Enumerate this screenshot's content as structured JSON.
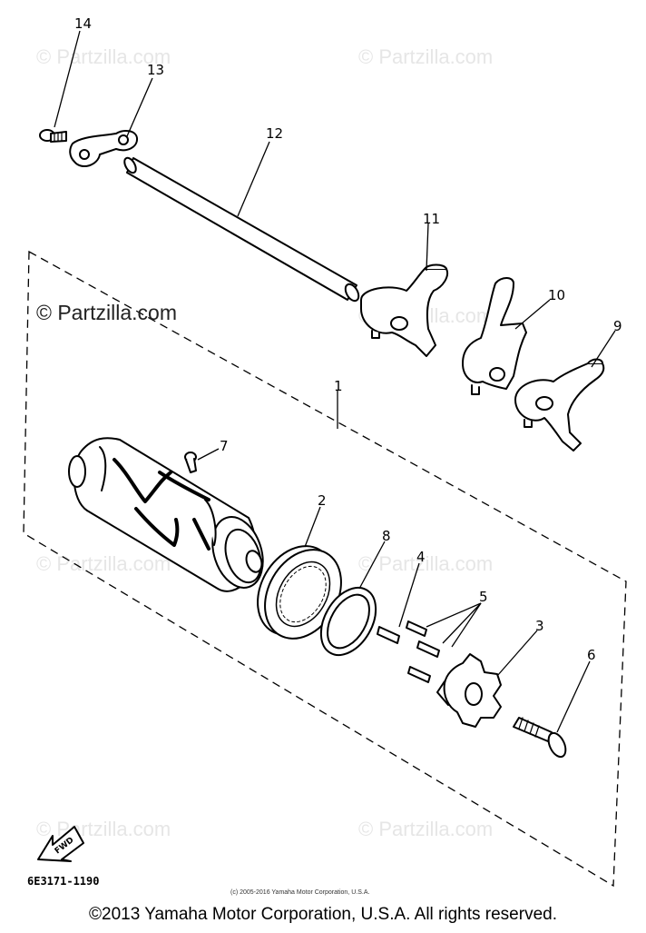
{
  "watermarks": {
    "main": "© Partzilla.com",
    "faint": [
      "© Partzilla.com",
      "© Partzilla.com",
      "© Partzilla.com",
      "© Partzilla.com",
      "© Partzilla.com",
      "© Partzilla.com",
      "© Partzilla.com"
    ]
  },
  "callouts": [
    "14",
    "13",
    "12",
    "11",
    "10",
    "9",
    "1",
    "7",
    "2",
    "8",
    "4",
    "5",
    "3",
    "6"
  ],
  "diagram_code": "6E3171-1190",
  "fwd_label": "FWD",
  "small_copyright": "(c) 2005-2016 Yamaha Motor Corporation, U.S.A.",
  "copyright": "©2013 Yamaha Motor Corporation, U.S.A. All rights reserved.",
  "colors": {
    "line": "#000000",
    "background": "#ffffff",
    "watermark": "#e6e6e6"
  }
}
